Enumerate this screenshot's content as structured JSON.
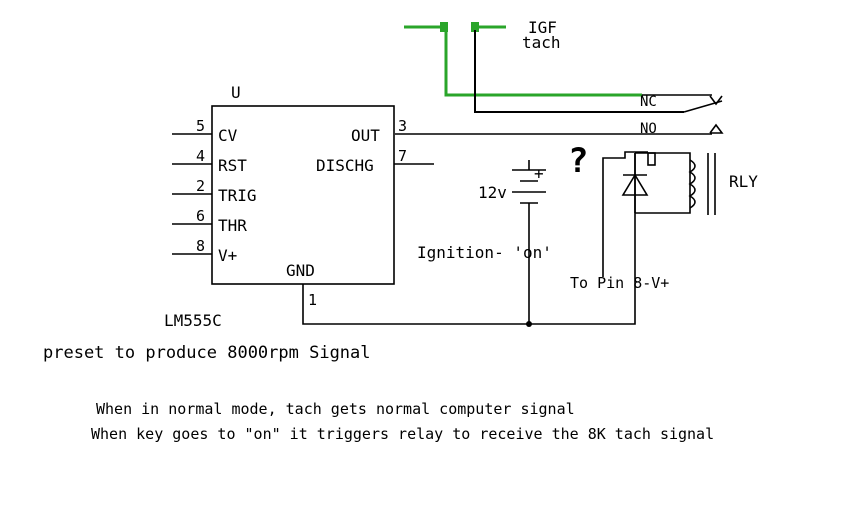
{
  "chip": {
    "ref": "U",
    "part": "LM555C",
    "pins_left": [
      {
        "num": "5",
        "label": "CV"
      },
      {
        "num": "4",
        "label": "RST"
      },
      {
        "num": "2",
        "label": "TRIG"
      },
      {
        "num": "6",
        "label": "THR"
      },
      {
        "num": "8",
        "label": "V+"
      }
    ],
    "out_num": "3",
    "out_label": "OUT",
    "dis_num": "7",
    "dis_label": "DISCHG",
    "gnd_num": "1",
    "gnd_label": "GND"
  },
  "connector": {
    "line1": "IGF",
    "line2": "tach"
  },
  "relay": {
    "label": "RLY",
    "nc": "NC",
    "no": "NO",
    "pin_note": "To Pin 8-V+"
  },
  "battery": {
    "voltage": "12v",
    "plus": "+",
    "question": "?",
    "note": "Ignition- 'on'"
  },
  "notes": {
    "preset": "preset to produce 8000rpm Signal",
    "line1": "When in normal mode, tach gets normal computer signal",
    "line2": "When key goes to \"on\" it triggers relay to receive the 8K tach signal"
  },
  "colors": {
    "wire": "#000000",
    "green_wire": "#2aa52a"
  }
}
